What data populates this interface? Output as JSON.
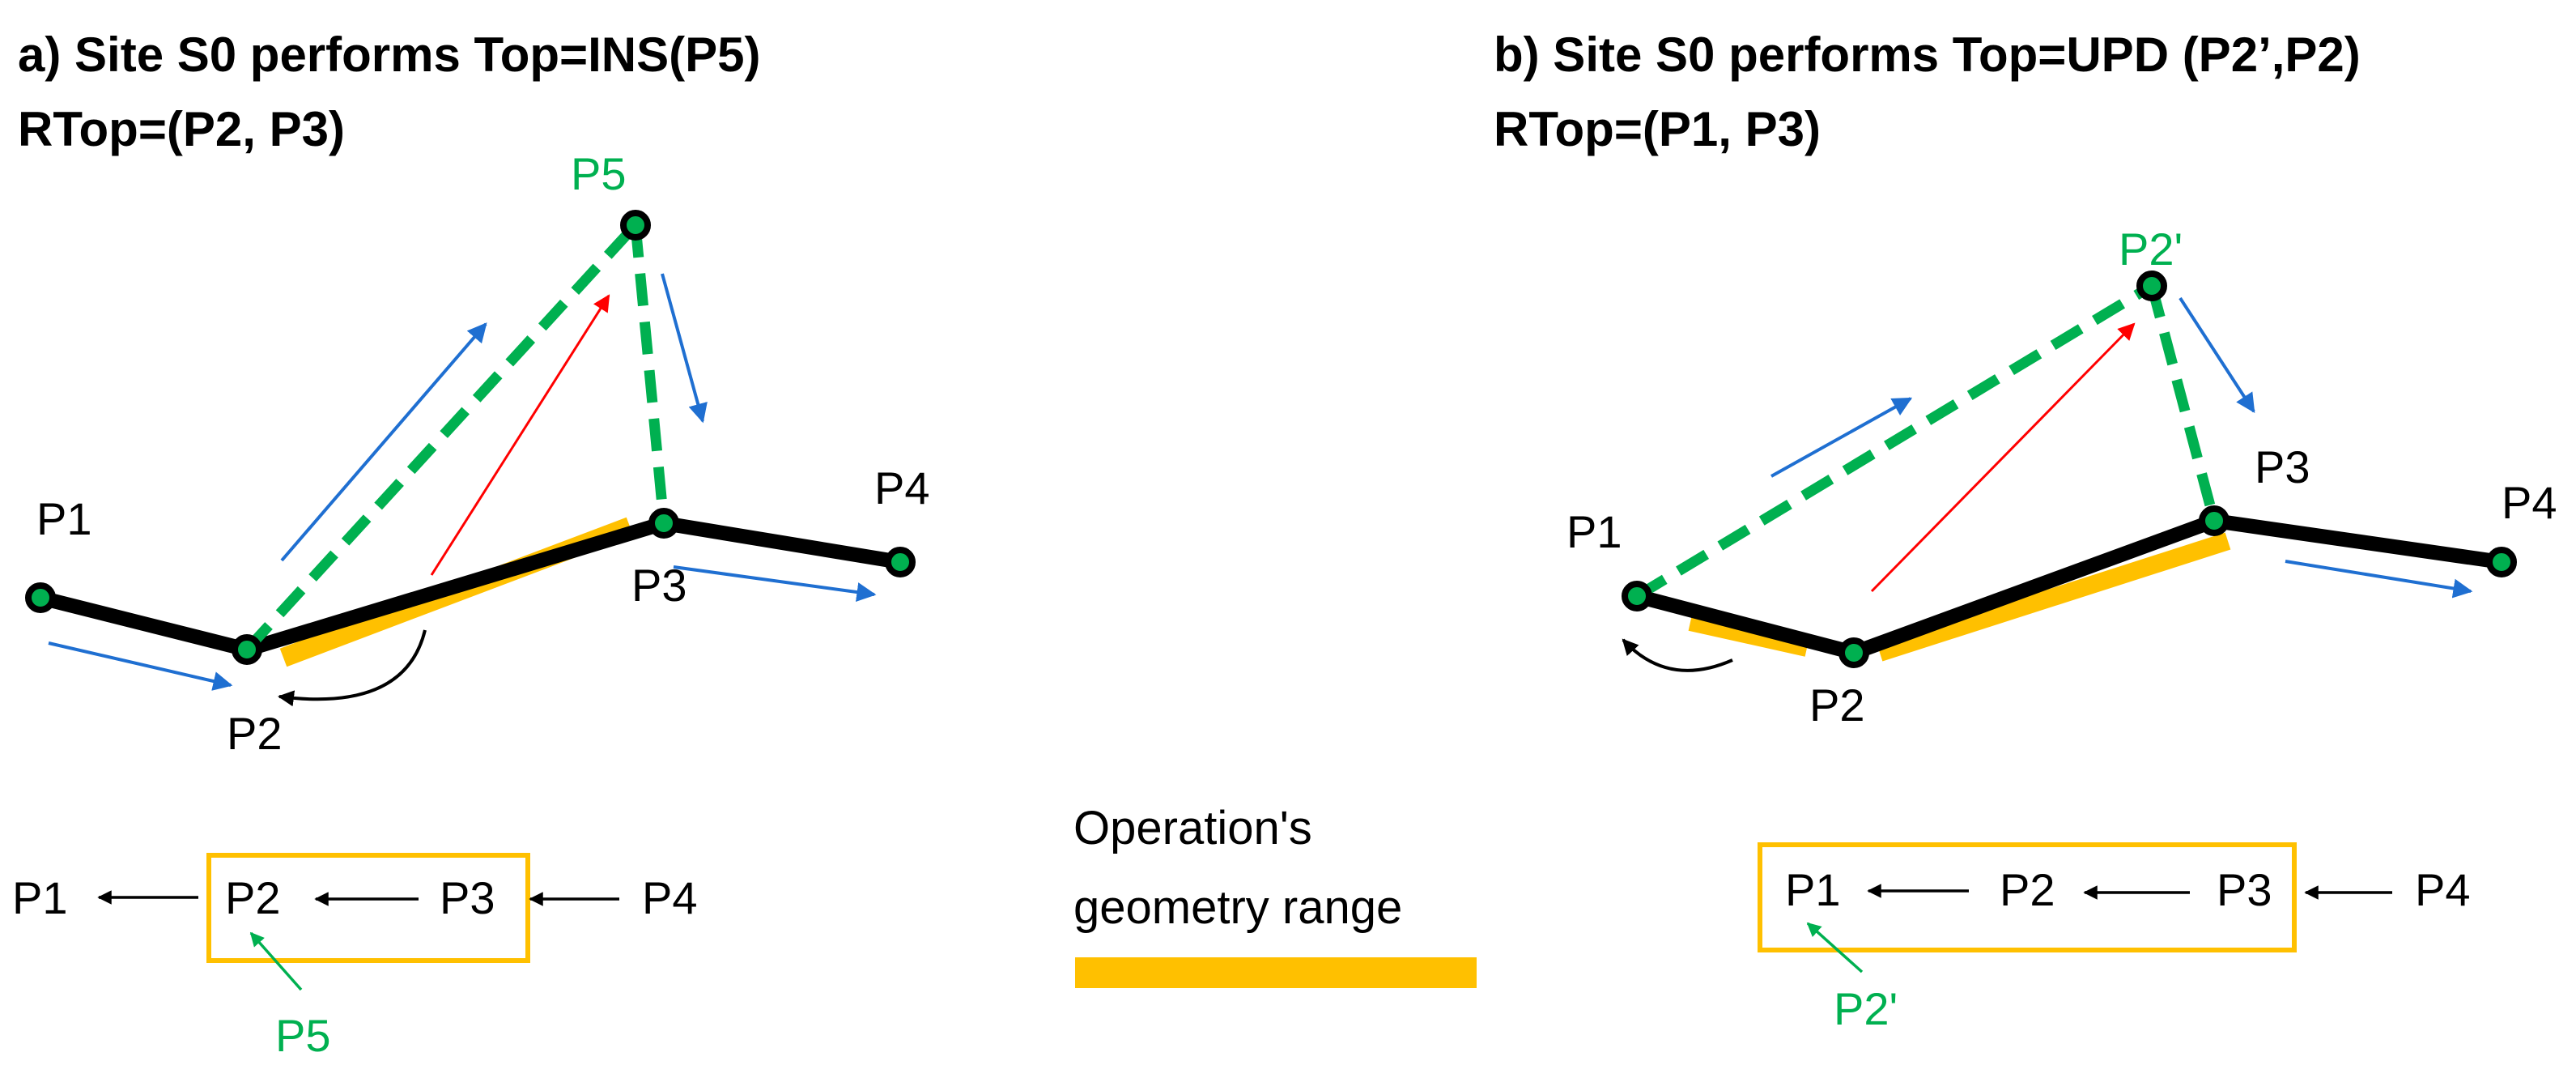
{
  "colors": {
    "polyline": "#000000",
    "new_segment": "#00b050",
    "geometry_range": "#ffc000",
    "movement_arrow": "#1f6fd1",
    "move_vector": "#ff0000",
    "point_fill": "#00b050",
    "point_stroke": "#000000"
  },
  "panel_a": {
    "title_line1": "a) Site S0 performs Top=INS(P5)",
    "title_line2": "RTop=(P2, P3)",
    "points": {
      "p1": "P1",
      "p2": "P2",
      "p3": "P3",
      "p4": "P4",
      "p5": "P5"
    },
    "sequence": {
      "items": [
        "P1",
        "P2",
        "P3",
        "P4"
      ],
      "inserted": "P5"
    }
  },
  "panel_b": {
    "title_line1": "b) Site S0 performs Top=UPD (P2’,P2)",
    "title_line2": "RTop=(P1, P3)",
    "points": {
      "p1": "P1",
      "p2": "P2",
      "p3": "P3",
      "p4": "P4",
      "p2_prime": "P2'"
    },
    "sequence": {
      "items": [
        "P1",
        "P2",
        "P3",
        "P4"
      ],
      "inserted": "P2'"
    }
  },
  "legend": {
    "line1": "Operation's",
    "line2": "geometry range"
  }
}
